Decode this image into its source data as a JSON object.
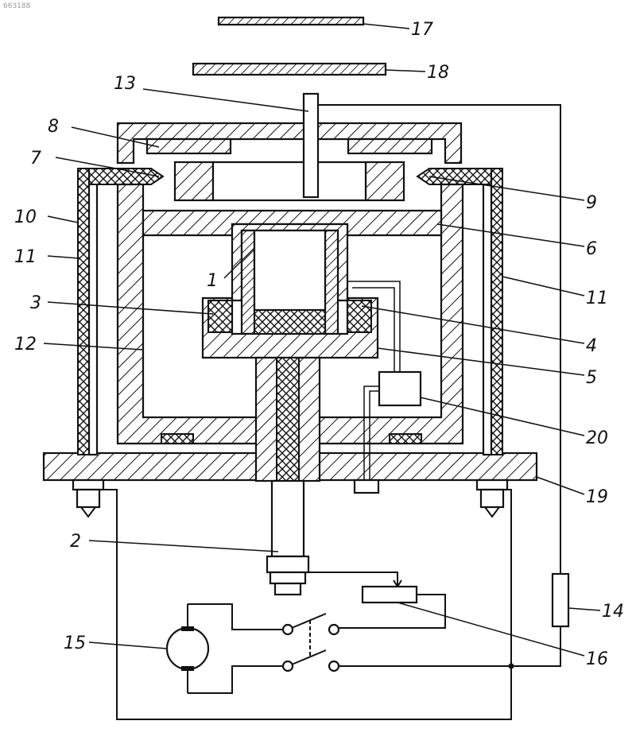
{
  "watermark": "663188",
  "labels": {
    "l1": "1",
    "l2": "2",
    "l3": "3",
    "l4": "4",
    "l5": "5",
    "l6": "6",
    "l7": "7",
    "l8": "8",
    "l9": "9",
    "l10": "10",
    "l11a": "11",
    "l11b": "11",
    "l12": "12",
    "l13": "13",
    "l14": "14",
    "l15": "15",
    "l16": "16",
    "l17": "17",
    "l18": "18",
    "l19": "19",
    "l20": "20"
  },
  "parts": {
    "base_plate": "19",
    "outer_jacket": "10",
    "insulation": "11",
    "inner_vessel": "12",
    "crucible": "1",
    "shaft": "2",
    "heater": "3",
    "sample_material": "4",
    "holder": "5",
    "cover_plate": "6",
    "electrode_left": "7",
    "top_cap": "8",
    "electrode_right": "9",
    "probe_rod": "13",
    "resistor": "14",
    "motor": "15",
    "rheostat": "16",
    "shield_plate_top": "17",
    "shield_plate_lower": "18",
    "sensor_box": "20"
  }
}
